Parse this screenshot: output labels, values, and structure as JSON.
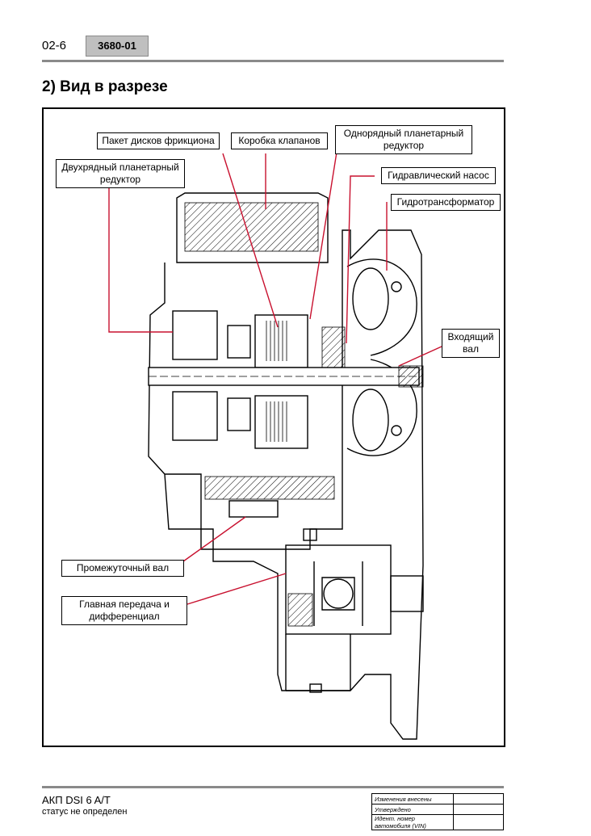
{
  "header": {
    "page_number": "02-6",
    "doc_code": "3680-01"
  },
  "section": {
    "title": "2) Вид в разрезе"
  },
  "callouts": {
    "clutch_pack": "Пакет дисков фрикциона",
    "valve_body": "Коробка клапанов",
    "single_planetary": "Однорядный планетарный редуктор",
    "double_planetary": "Двухрядный планетарный редуктор",
    "oil_pump": "Гидравлический насос",
    "torque_converter": "Гидротрансформатор",
    "input_shaft": "Входящий вал",
    "intermediate_shaft": "Промежуточный вал",
    "final_drive": "Главная передача и дифференциал"
  },
  "colors": {
    "leader": "#c8102e",
    "rule": "#8a8a8a",
    "code_bg": "#bfbfbf"
  },
  "footer": {
    "title": "АКП DSI 6 A/T",
    "status": "статус не определен",
    "approval_rows": [
      "Изменения внесены",
      "Утверждено",
      "Идент. номер автомобиля (VIN)"
    ]
  }
}
